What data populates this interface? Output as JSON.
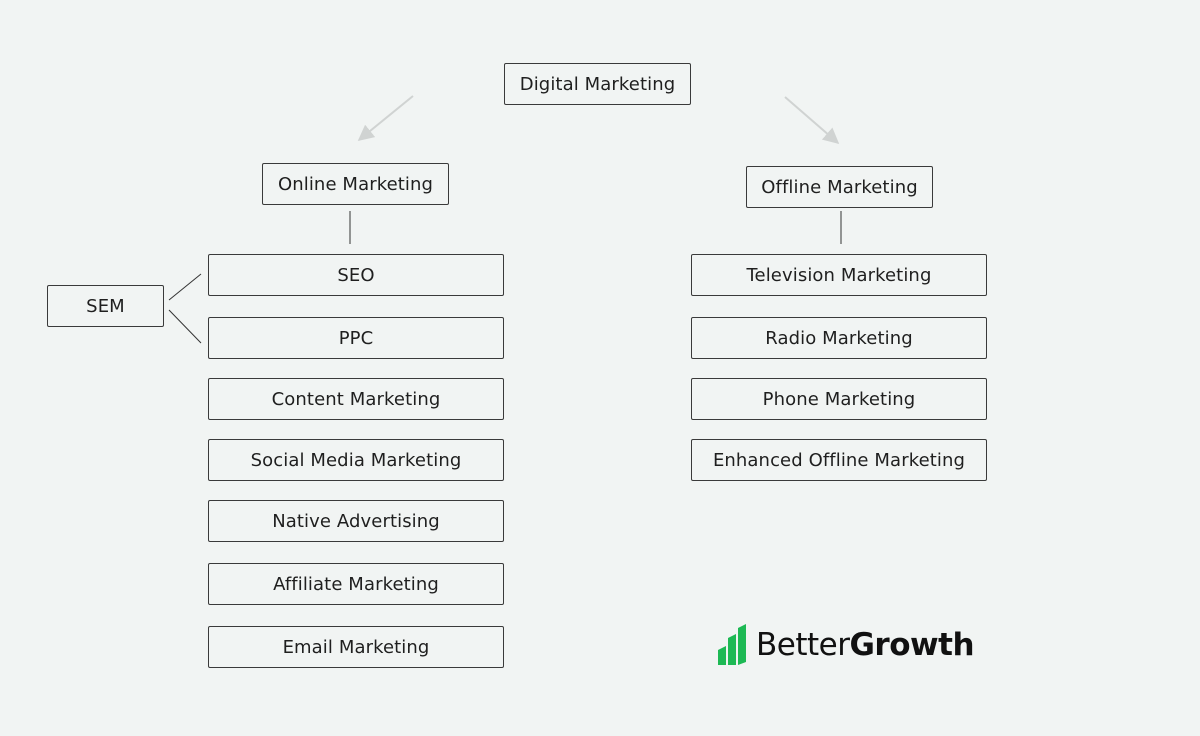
{
  "root": {
    "label": "Digital Marketing"
  },
  "online": {
    "label": "Online Marketing",
    "items": [
      "SEO",
      "PPC",
      "Content Marketing",
      "Social Media Marketing",
      "Native Advertising",
      "Affiliate Marketing",
      "Email Marketing"
    ]
  },
  "offline": {
    "label": "Offline Marketing",
    "items": [
      "Television Marketing",
      "Radio Marketing",
      "Phone Marketing",
      "Enhanced Offline Marketing"
    ]
  },
  "sem": {
    "label": "SEM"
  },
  "brand": {
    "name_regular": "Better",
    "name_bold": "Growth",
    "accent_color": "#1db954"
  }
}
